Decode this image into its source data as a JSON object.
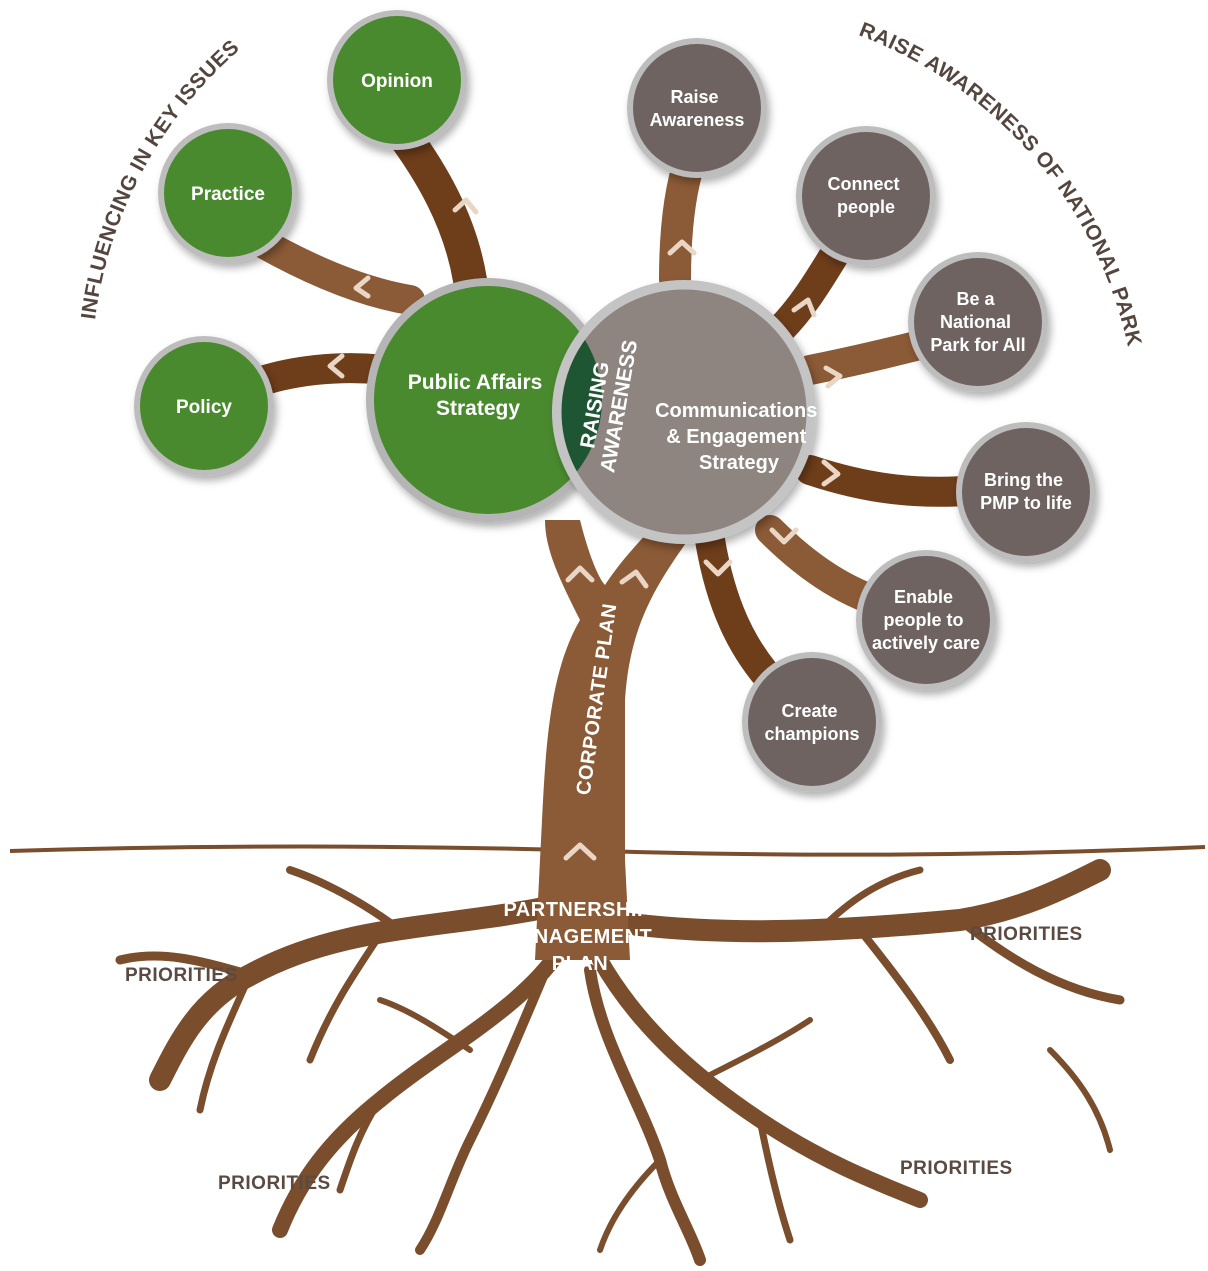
{
  "arc_labels": {
    "left": "INFLUENCING IN KEY ISSUES",
    "right": "RAISE AWARENESS OF NATIONAL PARK"
  },
  "main_circles": {
    "public_affairs": [
      "Public Affairs",
      "Strategy"
    ],
    "communications": [
      "Communications",
      "& Engagement",
      "Strategy"
    ],
    "overlap": [
      "RAISING",
      "AWARENESS"
    ]
  },
  "left_circles": {
    "opinion": [
      "Opinion"
    ],
    "practice": [
      "Practice"
    ],
    "policy": [
      "Policy"
    ]
  },
  "right_circles": {
    "raise_awareness": [
      "Raise",
      "Awareness"
    ],
    "connect_people": [
      "Connect",
      "people"
    ],
    "national_park": [
      "Be a",
      "National",
      "Park for All"
    ],
    "bring_pmp": [
      "Bring the",
      "PMP to life"
    ],
    "enable_people": [
      "Enable",
      "people to",
      "actively care"
    ],
    "create_champions": [
      "Create",
      "champions"
    ]
  },
  "trunk_label": "CORPORATE PLAN",
  "root_label": [
    "PARTNERSHIP",
    "MANAGEMENT",
    "PLAN"
  ],
  "priorities": {
    "left": "PRIORITIES",
    "right": "PRIORITIES",
    "bottom_left": "PRIORITIES",
    "bottom_right": "PRIORITIES"
  },
  "colors": {
    "green": "#4a8a2e",
    "dark_green": "#1e5532",
    "grey": "#6e6460",
    "light_grey": "#8e8580",
    "brown": "#8b5a36",
    "dark_brown": "#5e3414",
    "ground": "#7a4d2c"
  }
}
